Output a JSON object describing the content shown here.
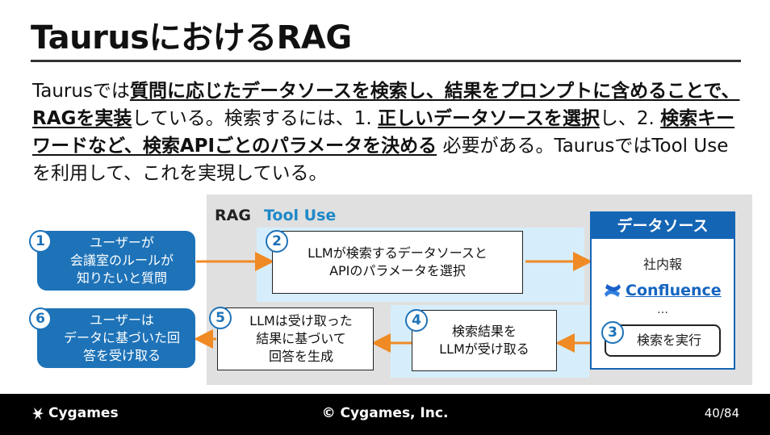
{
  "slide": {
    "title": "TaurusにおけるRAG",
    "body": [
      {
        "text": "Taurusでは",
        "bold": false
      },
      {
        "text": "質問に応じたデータソースを検索し、結果をプロンプトに含めることで、RAGを実装",
        "bold": true
      },
      {
        "text": "している。検索するには、1. ",
        "bold": false
      },
      {
        "text": "正しいデータソースを選択",
        "bold": true
      },
      {
        "text": "し、2. ",
        "bold": false
      },
      {
        "text": "検索キーワードなど、検索APIごとのパラメータを決める",
        "bold": true
      },
      {
        "text": " 必要がある。TaurusではTool Useを利用して、これを実現している。",
        "bold": false
      }
    ]
  },
  "diagram": {
    "rag_label": "RAG",
    "tool_use_label": "Tool Use",
    "steps": [
      {
        "num": "1",
        "text": "ユーザーが\n会議室のルールが\n知りたいと質問"
      },
      {
        "num": "2",
        "text": "LLMが検索するデータソースと\nAPIのパラメータを選択"
      },
      {
        "num": "3",
        "text": "検索を実行"
      },
      {
        "num": "4",
        "text": "検索結果を\nLLMが受け取る"
      },
      {
        "num": "5",
        "text": "LLMは受け取った\n結果に基づいて\n回答を生成"
      },
      {
        "num": "6",
        "text": "ユーザーは\nデータに基づいた回\n答を受け取る"
      }
    ],
    "data_source": {
      "header": "データソース",
      "items": [
        "社内報",
        "Confluence",
        "…"
      ]
    },
    "colors": {
      "accent_blue": "#1e73b8",
      "arrow_orange": "#f08a24",
      "panel_blue": "#d6eefc"
    }
  },
  "footer": {
    "logo": "Cygames",
    "copyright": "© Cygames, Inc.",
    "page": "40",
    "total": "/84"
  }
}
